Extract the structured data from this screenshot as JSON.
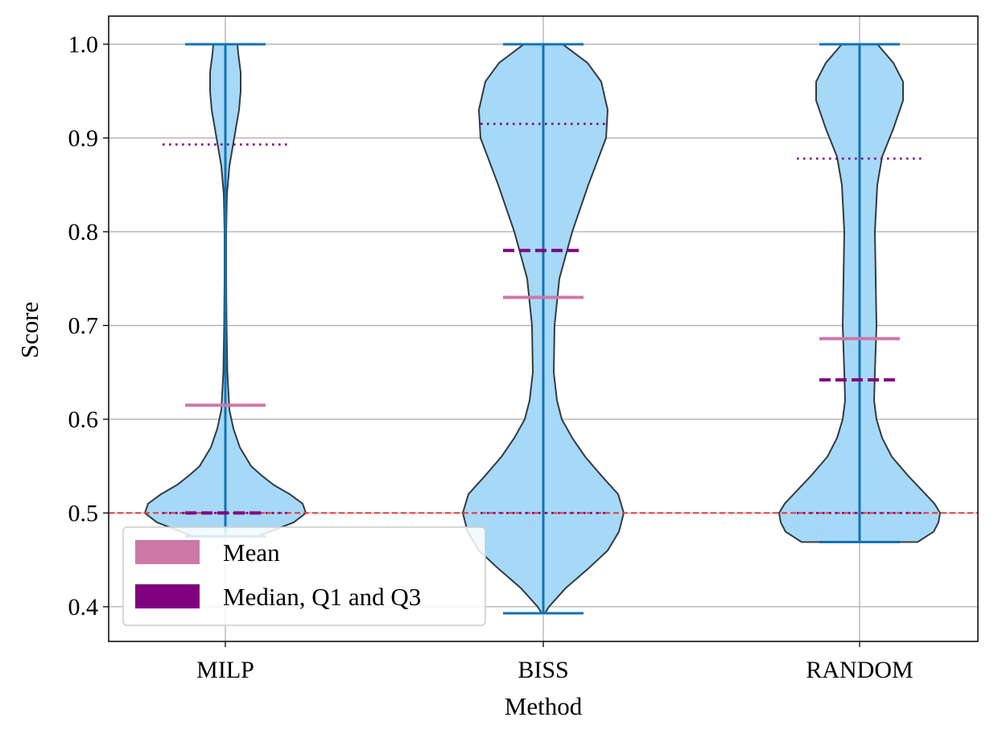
{
  "chart_data": {
    "type": "violin",
    "xlabel": "Method",
    "ylabel": "Score",
    "categories": [
      "MILP",
      "BISS",
      "RANDOM"
    ],
    "ylim": [
      0.363,
      1.03
    ],
    "yticks": [
      0.4,
      0.5,
      0.6,
      0.7,
      0.8,
      0.9,
      1.0
    ],
    "ytick_labels": [
      "0.4",
      "0.5",
      "0.6",
      "0.7",
      "0.8",
      "0.9",
      "1.0"
    ],
    "grid": true,
    "reference_line": {
      "y": 0.5,
      "color": "#e8373a",
      "style": "dashed"
    },
    "colors": {
      "violin_fill": "#a6d9f7",
      "violin_edge": "#333b40",
      "extrema": "#1272b5",
      "mean": "#cc79a7",
      "median_quartiles": "#800080",
      "grid": "#b0b0b0"
    },
    "legend": {
      "position": "lower-left",
      "entries": [
        {
          "label": "Mean",
          "color": "#cc79a7"
        },
        {
          "label": "Median, Q1 and Q3",
          "color": "#800080"
        }
      ]
    },
    "series": [
      {
        "category": "MILP",
        "min": 0.475,
        "max": 1.0,
        "mean": 0.615,
        "median": 0.5,
        "q1": 0.5,
        "q3": 0.893,
        "density": [
          [
            0.475,
            0.4
          ],
          [
            0.48,
            0.55
          ],
          [
            0.49,
            0.85
          ],
          [
            0.5,
            1.0
          ],
          [
            0.51,
            0.96
          ],
          [
            0.52,
            0.8
          ],
          [
            0.53,
            0.6
          ],
          [
            0.54,
            0.45
          ],
          [
            0.55,
            0.32
          ],
          [
            0.57,
            0.18
          ],
          [
            0.59,
            0.1
          ],
          [
            0.61,
            0.05
          ],
          [
            0.65,
            0.025
          ],
          [
            0.7,
            0.015
          ],
          [
            0.75,
            0.01
          ],
          [
            0.8,
            0.01
          ],
          [
            0.84,
            0.02
          ],
          [
            0.87,
            0.05
          ],
          [
            0.89,
            0.09
          ],
          [
            0.91,
            0.13
          ],
          [
            0.93,
            0.17
          ],
          [
            0.95,
            0.19
          ],
          [
            0.97,
            0.19
          ],
          [
            0.99,
            0.16
          ],
          [
            1.0,
            0.15
          ]
        ]
      },
      {
        "category": "BISS",
        "min": 0.393,
        "max": 1.0,
        "mean": 0.73,
        "median": 0.78,
        "q1": 0.5,
        "q3": 0.915,
        "density": [
          [
            0.393,
            0.02
          ],
          [
            0.4,
            0.07
          ],
          [
            0.42,
            0.28
          ],
          [
            0.44,
            0.55
          ],
          [
            0.46,
            0.8
          ],
          [
            0.48,
            0.94
          ],
          [
            0.5,
            1.0
          ],
          [
            0.52,
            0.93
          ],
          [
            0.54,
            0.72
          ],
          [
            0.56,
            0.52
          ],
          [
            0.58,
            0.36
          ],
          [
            0.6,
            0.23
          ],
          [
            0.62,
            0.17
          ],
          [
            0.65,
            0.13
          ],
          [
            0.7,
            0.14
          ],
          [
            0.75,
            0.2
          ],
          [
            0.8,
            0.36
          ],
          [
            0.85,
            0.56
          ],
          [
            0.9,
            0.78
          ],
          [
            0.93,
            0.8
          ],
          [
            0.96,
            0.72
          ],
          [
            0.98,
            0.55
          ],
          [
            1.0,
            0.24
          ]
        ]
      },
      {
        "category": "RANDOM",
        "min": 0.469,
        "max": 1.0,
        "mean": 0.686,
        "median": 0.642,
        "q1": 0.5,
        "q3": 0.878,
        "density": [
          [
            0.469,
            0.72
          ],
          [
            0.48,
            0.92
          ],
          [
            0.49,
            0.98
          ],
          [
            0.5,
            1.0
          ],
          [
            0.51,
            0.93
          ],
          [
            0.52,
            0.82
          ],
          [
            0.54,
            0.6
          ],
          [
            0.56,
            0.4
          ],
          [
            0.58,
            0.28
          ],
          [
            0.6,
            0.21
          ],
          [
            0.62,
            0.18
          ],
          [
            0.65,
            0.19
          ],
          [
            0.7,
            0.21
          ],
          [
            0.75,
            0.2
          ],
          [
            0.8,
            0.19
          ],
          [
            0.85,
            0.22
          ],
          [
            0.88,
            0.28
          ],
          [
            0.91,
            0.42
          ],
          [
            0.94,
            0.54
          ],
          [
            0.96,
            0.54
          ],
          [
            0.98,
            0.42
          ],
          [
            1.0,
            0.22
          ]
        ]
      }
    ]
  }
}
